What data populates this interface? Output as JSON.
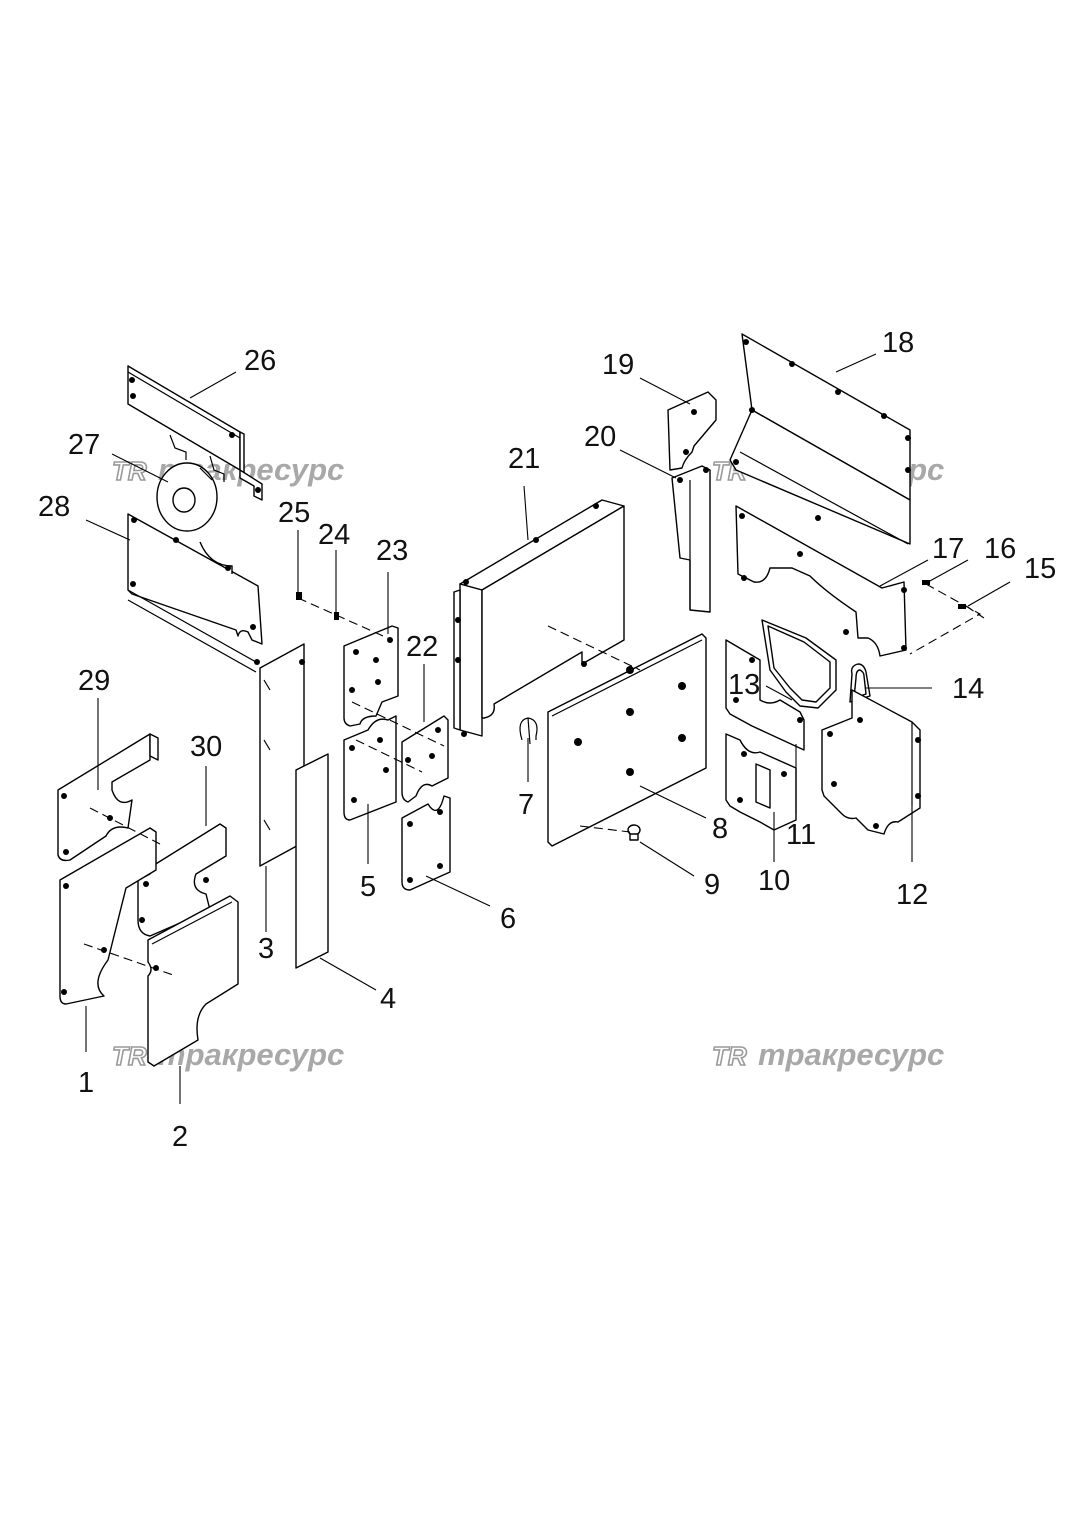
{
  "watermark": {
    "logo": "TR",
    "text": "тракресурс"
  },
  "callouts": [
    "1",
    "2",
    "3",
    "4",
    "5",
    "6",
    "7",
    "8",
    "9",
    "10",
    "11",
    "12",
    "13",
    "14",
    "15",
    "16",
    "17",
    "18",
    "19",
    "20",
    "21",
    "22",
    "23",
    "24",
    "25",
    "26",
    "27",
    "28",
    "29",
    "30"
  ]
}
